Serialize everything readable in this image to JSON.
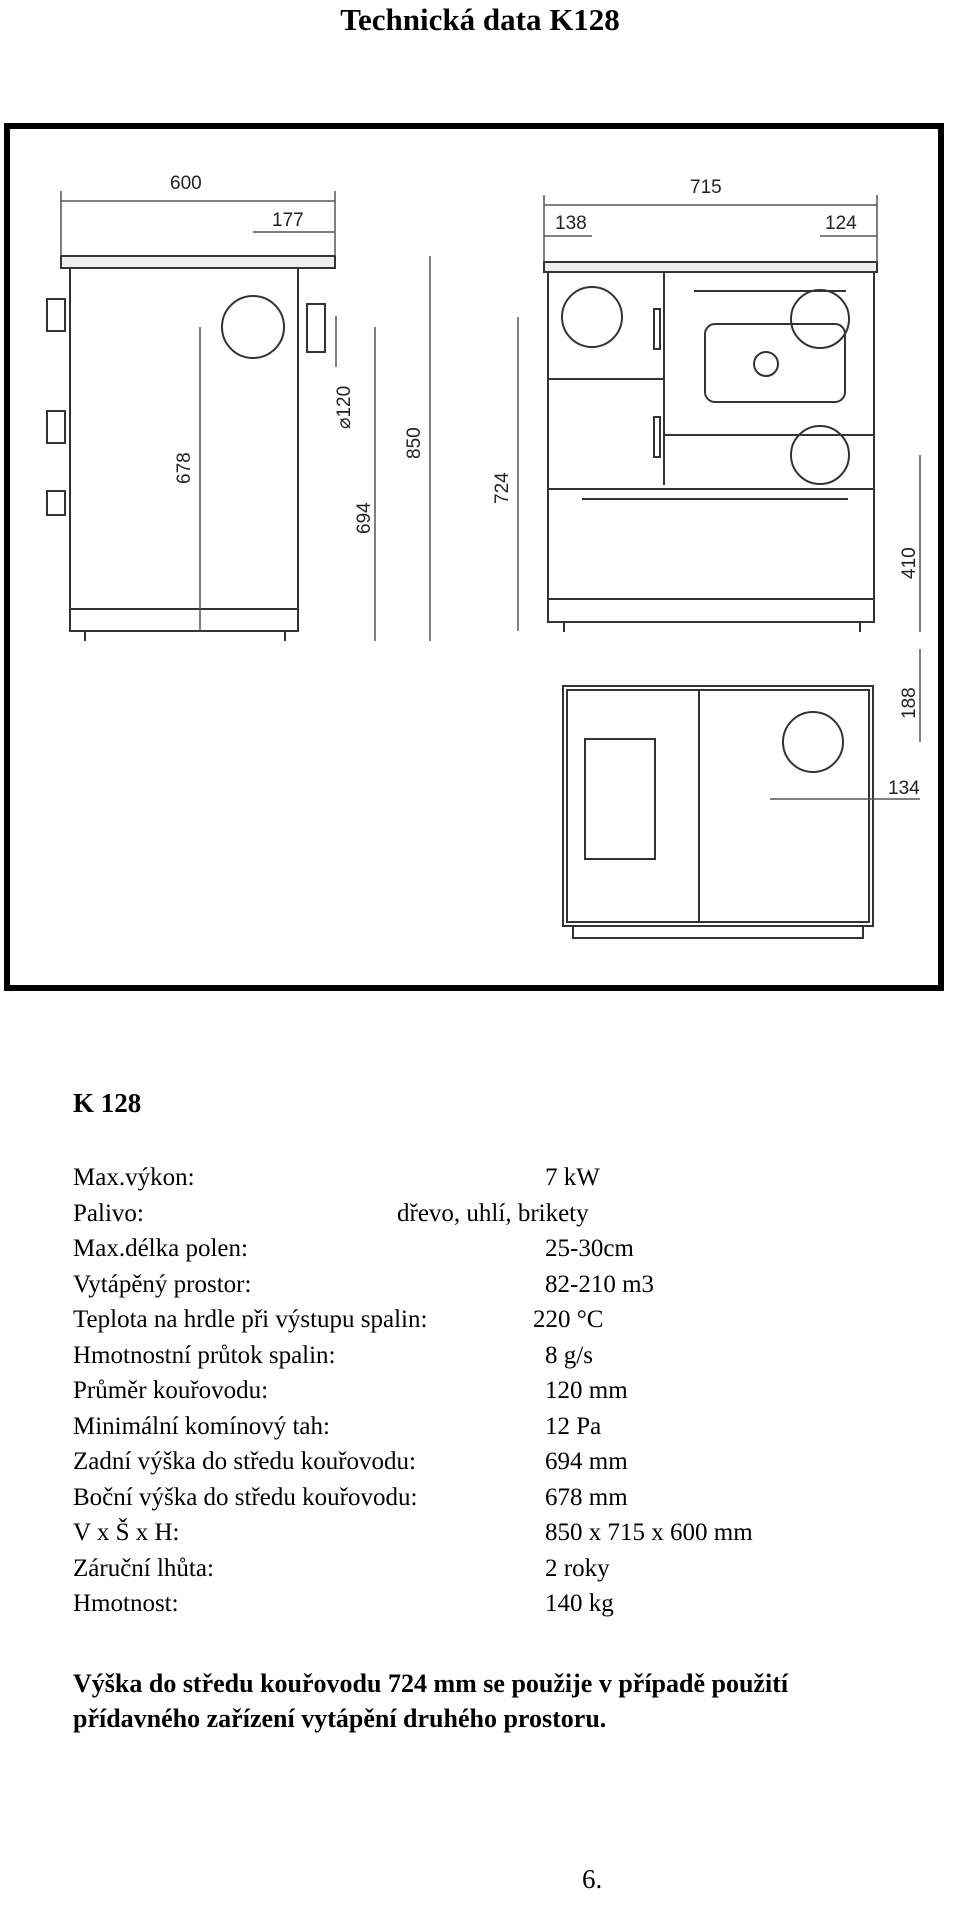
{
  "title": "Technická data K128",
  "drawing": {
    "dimensions": [
      "600",
      "177",
      "715",
      "138",
      "124",
      "120",
      "850",
      "678",
      "694",
      "724",
      "410",
      "188",
      "134"
    ]
  },
  "model": "K 128",
  "specs": [
    {
      "label": "Max.výkon:",
      "value": "7 kW"
    },
    {
      "label": "Palivo:",
      "value": "dřevo, uhlí, brikety"
    },
    {
      "label": "Max.délka polen:",
      "value": "25-30cm"
    },
    {
      "label": "Vytápěný prostor:",
      "value": "82-210 m3"
    },
    {
      "label": "Teplota na hrdle při výstupu spalin:",
      "value": "220 °C"
    },
    {
      "label": "Hmotnostní průtok spalin:",
      "value": "8 g/s"
    },
    {
      "label": "Průměr kouřovodu:",
      "value": "120 mm"
    },
    {
      "label": "Minimální komínový tah:",
      "value": "12 Pa"
    },
    {
      "label": "Zadní výška do středu kouřovodu:",
      "value": "694 mm"
    },
    {
      "label": "Boční výška do středu kouřovodu:",
      "value": "678 mm"
    },
    {
      "label": "V x Š x H:",
      "value": "850 x 715 x 600 mm"
    },
    {
      "label": "Záruční lhůta:",
      "value": "2 roky"
    },
    {
      "label": "Hmotnost:",
      "value": "140 kg"
    }
  ],
  "note": "Výška do středu kouřovodu 724 mm se použije v případě použití přídavného zařízení vytápění druhého prostoru.",
  "page_number": "6."
}
